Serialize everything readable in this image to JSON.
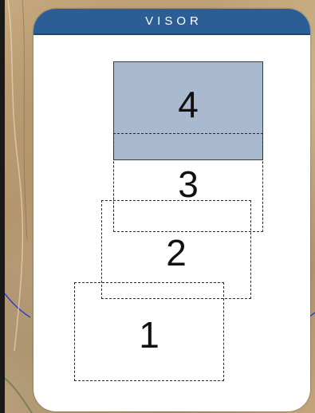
{
  "map": {
    "background_color": "#c2a57c",
    "road_color": "#1a2bd6"
  },
  "visor": {
    "title": "VISOR",
    "header_color": "#2b5e95",
    "selected_fill": "#a9b9cf",
    "boxes": [
      {
        "id": "4",
        "label": "4",
        "selected": true
      },
      {
        "id": "3",
        "label": "3",
        "selected": false
      },
      {
        "id": "2",
        "label": "2",
        "selected": false
      },
      {
        "id": "1",
        "label": "1",
        "selected": false
      }
    ]
  }
}
